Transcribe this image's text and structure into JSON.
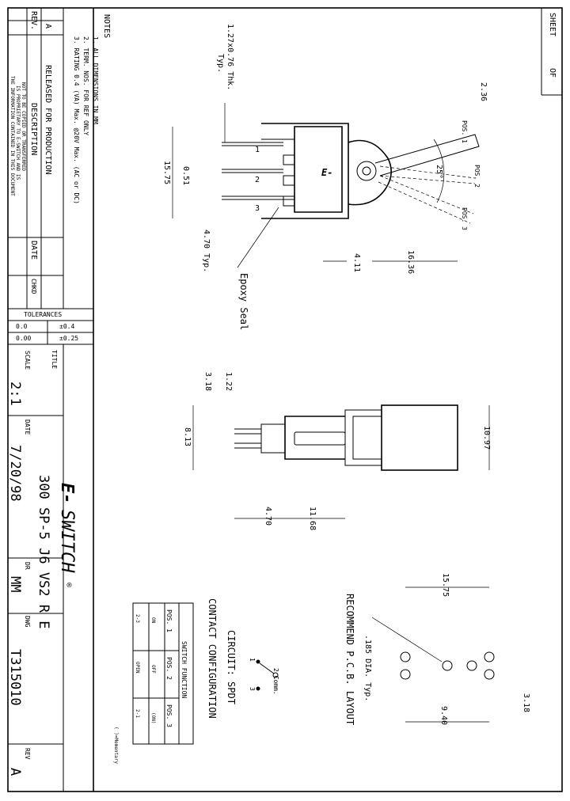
{
  "sheet": {
    "sheet_label": "SHEET",
    "of_label": "OF"
  },
  "notes": {
    "title": "NOTES",
    "items": [
      "1. ALL DIMENSIONS IN MM",
      "2. TERM. NOS. FOR REF ONLY",
      "3. RATING 0.4 (VA) Max. @20V Max. (AC or DC)"
    ]
  },
  "revision": {
    "rev_header": "REV.",
    "description_header": "DESCRIPTION",
    "date_header": "DATE",
    "chkd_header": "CHKD",
    "rows": [
      {
        "rev": "A",
        "description": "RELEASED FOR PRODUCTION",
        "date": "",
        "chkd": ""
      }
    ]
  },
  "proprietary": [
    "THE INFORMATION CONTAINED IN THIS DOCUMENT",
    "IS PROPRIETARY TO E-SWITCH AND IS",
    "NOT TO BE COPIED OR TRANSFERRED"
  ],
  "tolerances": {
    "title": "TOLERANCES",
    "rows": [
      {
        "format": "0.0",
        "value": "±0.4"
      },
      {
        "format": "0.00",
        "value": "±0.25"
      }
    ]
  },
  "title_block": {
    "title_label": "TITLE",
    "title": "300 SP-5 J6 VS2 R E",
    "logo_text": "SWITCH",
    "logo_mark": "E-",
    "registered": "®",
    "scale_label": "SCALE",
    "scale": "2:1",
    "date_label": "DATE",
    "date": "7/20/98",
    "dr_label": "DR",
    "dr": "MM",
    "dwg_label": "DWG",
    "dwg": "T315010",
    "rev_label": "REV",
    "rev": "A"
  },
  "front_view": {
    "dims": {
      "top_width": "15.75",
      "pin_thickness": "0.51",
      "pin_pitch": "4.70 Typ.",
      "pin_size": "1.27x0.76 Thk.",
      "pin_size_typ": "Typ.",
      "body_depth": "4.11",
      "lever_length": "16.36",
      "lever_width": "2.36",
      "angle": "25°"
    },
    "positions": [
      "POS. 1",
      "POS. 2",
      "POS. 3"
    ],
    "terminals": [
      "1",
      "2",
      "3"
    ],
    "callout": "Epoxy Seal"
  },
  "side_view": {
    "dims": {
      "d1": "1.22",
      "d2": "3.18",
      "d3": "8.13",
      "d4": "10.97",
      "d5": "11.68",
      "d6": "4.70"
    }
  },
  "pcb_layout": {
    "title": "RECOMMEND P.C.B. LAYOUT",
    "dims": {
      "hole": ".185 DIA. Typ.",
      "width": "15.75",
      "spacing": "9.40",
      "offset": "3.18"
    }
  },
  "circuit": {
    "title": "CIRCUIT: SPDT",
    "pins": [
      "1",
      "2 Comm.",
      "3"
    ],
    "contact_title": "CONTACT CONFIGURATION"
  },
  "switch_function": {
    "title": "SWITCH FUNCTION",
    "headers": [
      "POS. 1",
      "POS. 2",
      "POS. 3"
    ],
    "rows": [
      [
        "ON",
        "OFF",
        "(ON)"
      ],
      [
        "2-3",
        "OPEN",
        "2-1"
      ]
    ],
    "note": "( )=Momentary"
  }
}
